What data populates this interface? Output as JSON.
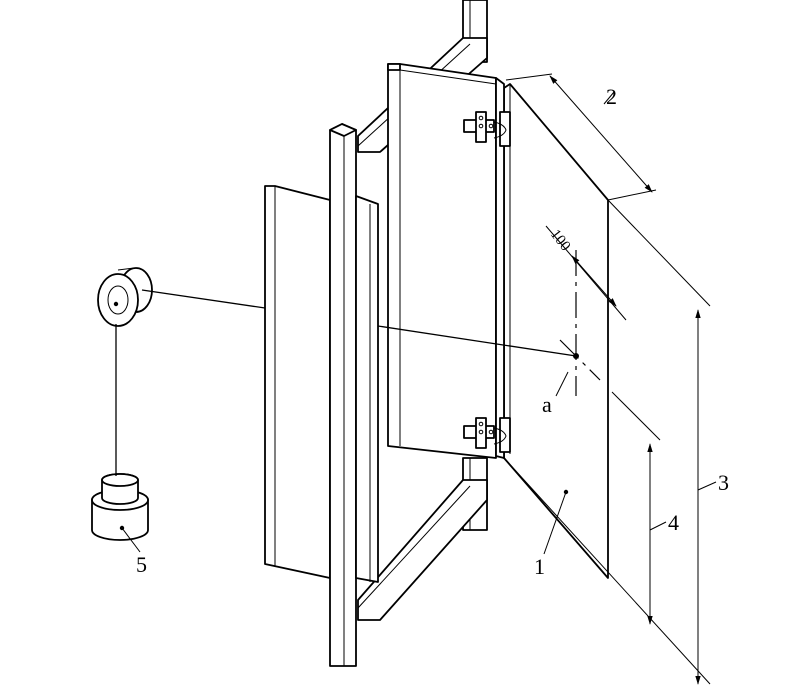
{
  "labels": {
    "part_1": "1",
    "part_2": "2",
    "part_3": "3",
    "part_4": "4",
    "part_5": "5",
    "point_a": "a",
    "dim_100": "100"
  },
  "colors": {
    "line": "#000000",
    "background": "#ffffff"
  }
}
